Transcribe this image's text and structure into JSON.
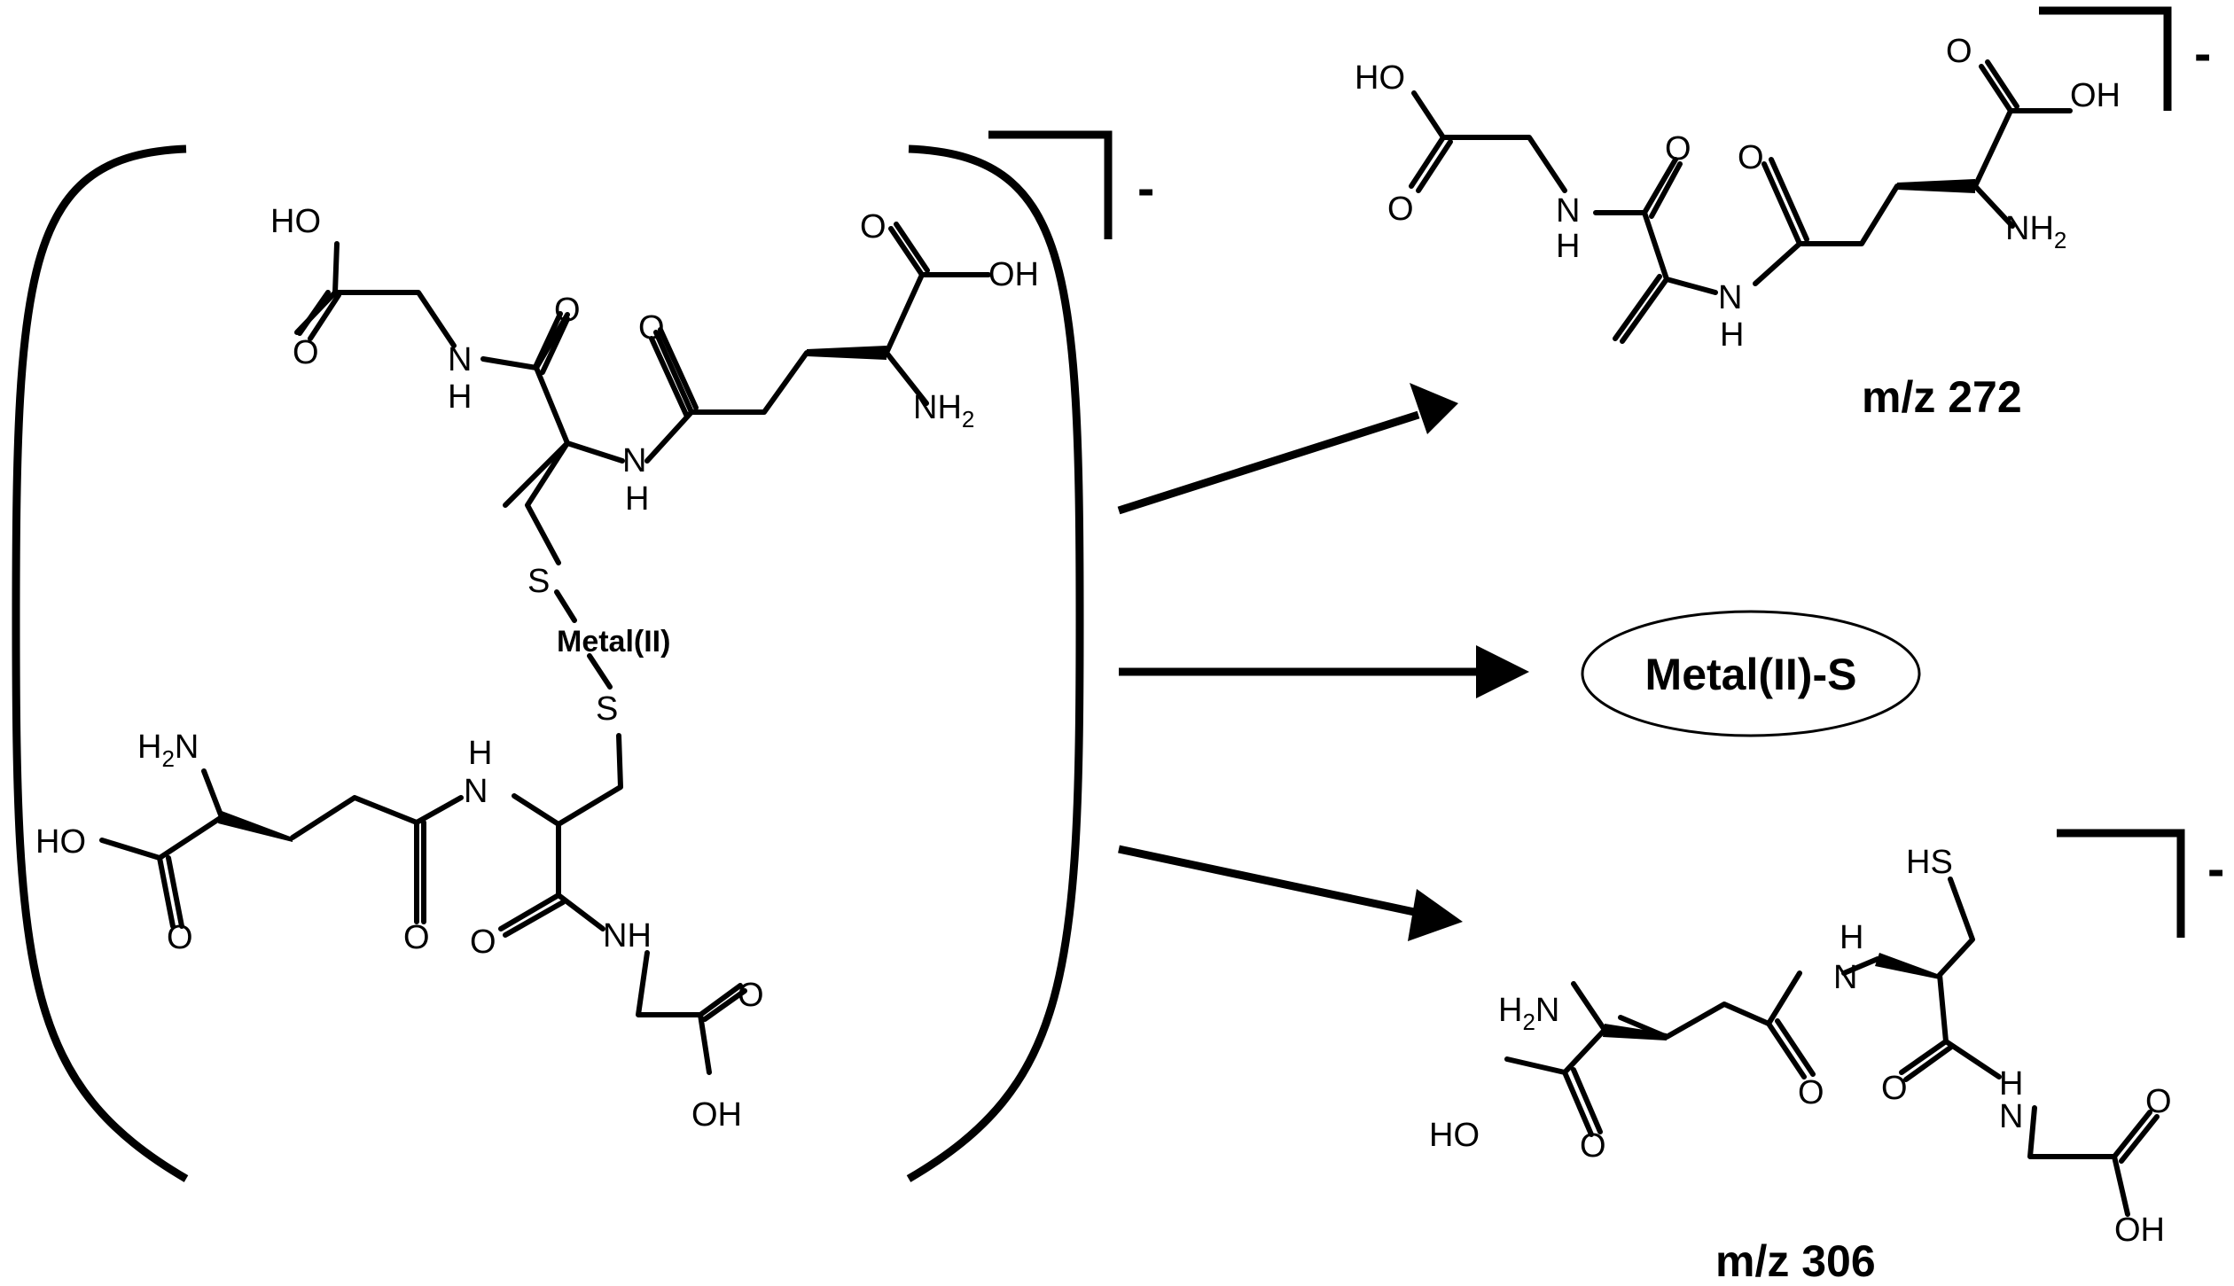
{
  "complex": {
    "label_ho": "HO",
    "label_oh": "OH",
    "label_o": "O",
    "label_n": "N",
    "label_h": "H",
    "label_nh": "NH",
    "label_nh2_top": "NH",
    "label_nh2_sub": "2",
    "label_h2n_h": "H",
    "label_h2n_2": "2",
    "label_h2n_n": "N",
    "label_s": "S",
    "metal_center": "Metal(II)",
    "charge": "-"
  },
  "products": {
    "p1": {
      "mz": "m/z 272",
      "charge": "-"
    },
    "p2": {
      "label": "Metal(II)-S"
    },
    "p3": {
      "mz": "m/z 306",
      "charge": "-",
      "thiol": "HS"
    }
  }
}
